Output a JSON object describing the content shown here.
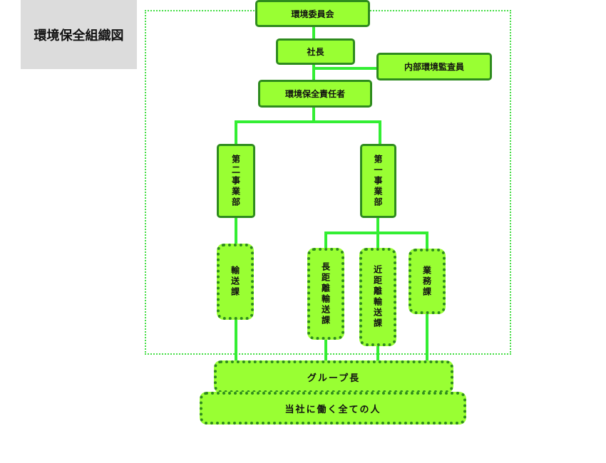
{
  "title": "環境保全組織図",
  "nodes": {
    "committee": "環境委員会",
    "president": "社長",
    "auditor": "内部環境監査員",
    "env_manager": "環境保全責任者",
    "division2": "第二事業部",
    "division1": "第一事業部",
    "transport": "輸送課",
    "long_distance": "長距離輸送課",
    "short_distance": "近距離輸送課",
    "business": "業務課",
    "group_leader": "グループ長",
    "all_staff": "当社に働く全ての人"
  },
  "colors": {
    "box_fill": "#99ff33",
    "box_border": "#2e8b1e",
    "connector": "#33ee33",
    "frame": "#44dd44"
  }
}
